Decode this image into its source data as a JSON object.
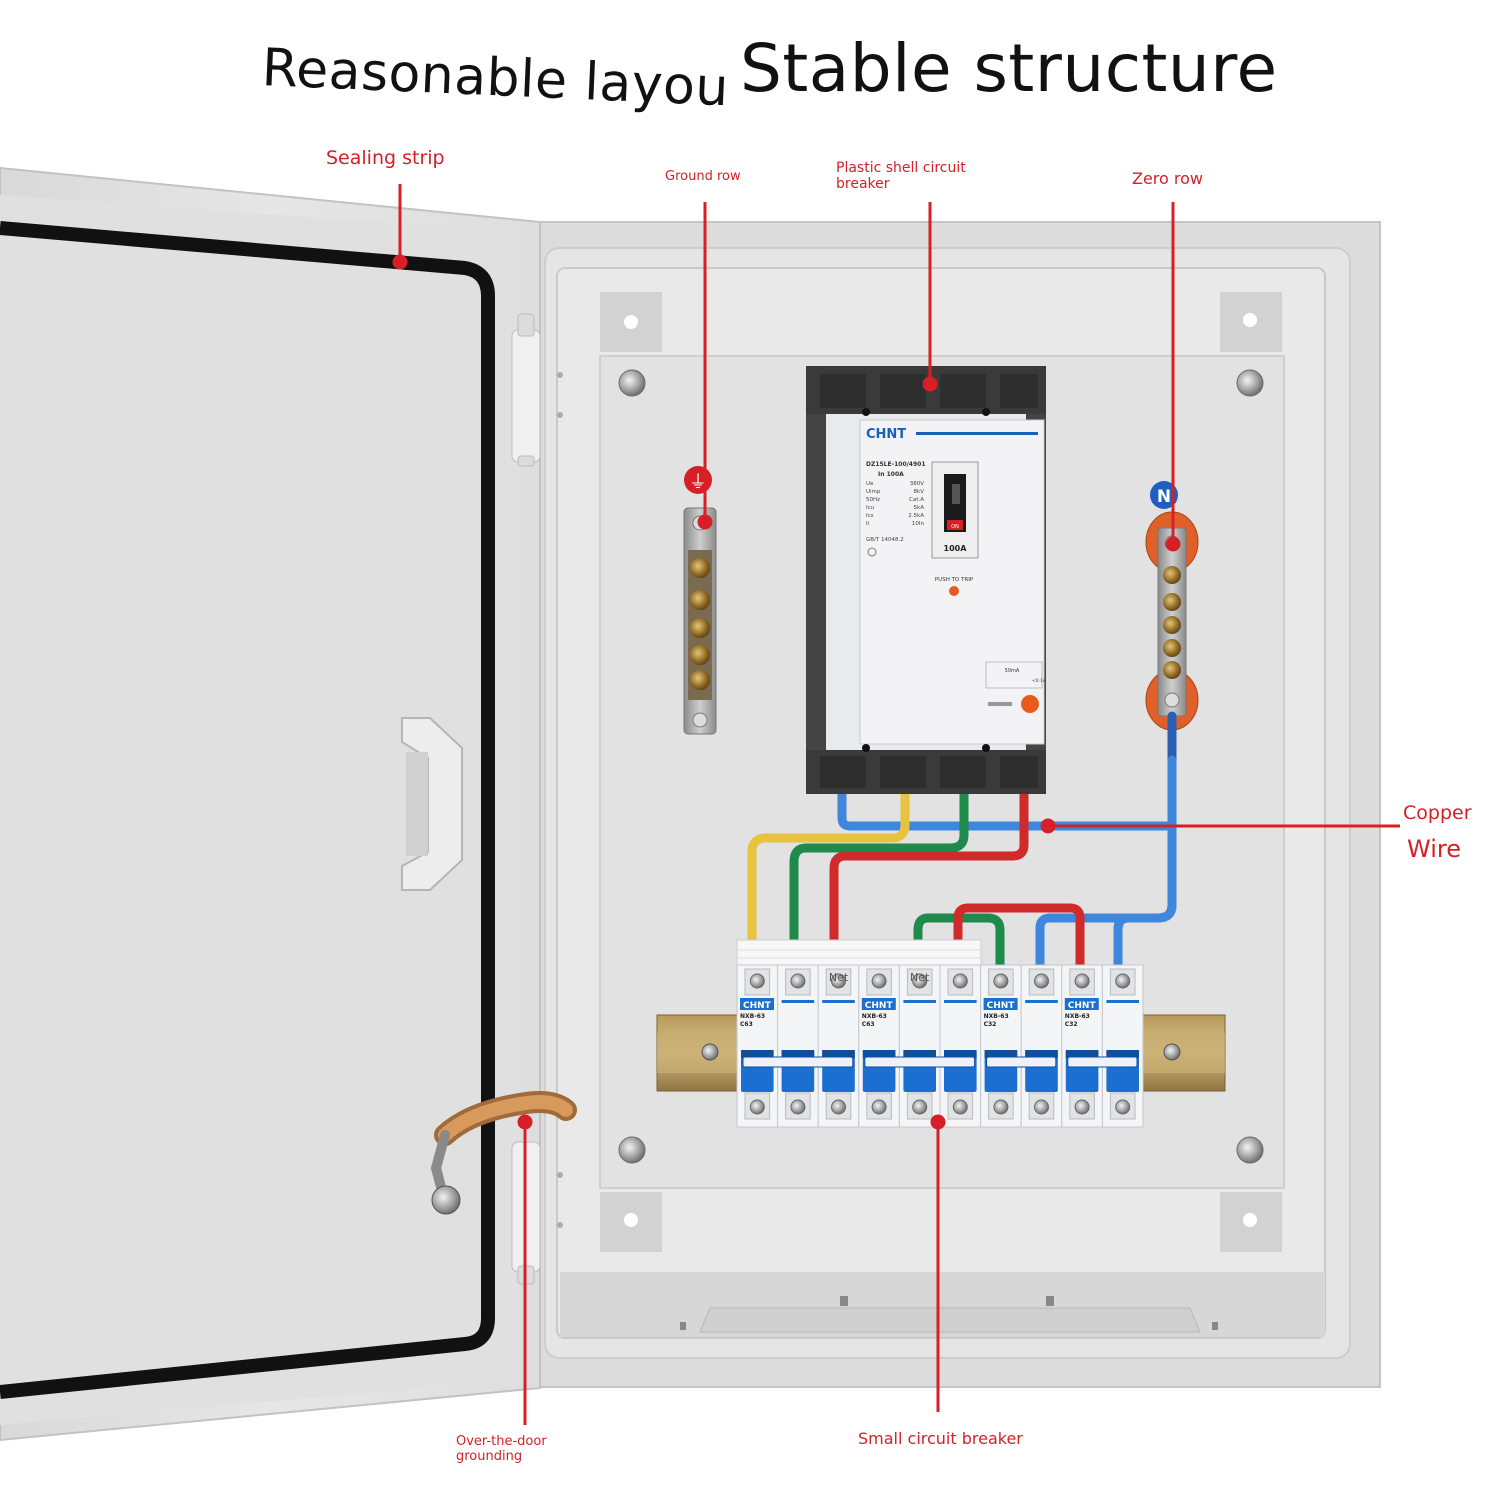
{
  "title": {
    "part1": "Reasonable layou",
    "part2": "Stable structure"
  },
  "labels": {
    "sealing_strip": "Sealing strip",
    "ground_row": "Ground row",
    "plastic_shell_line1": "Plastic shell circuit",
    "plastic_shell_line2": "breaker",
    "zero_row": "Zero row",
    "copper_line1": "Copper",
    "copper_line2": "Wire",
    "door_ground_line1": "Over-the-door",
    "door_ground_line2": "grounding",
    "small_breaker": "Small circuit breaker"
  },
  "mccb": {
    "brand": "CHNT",
    "model": "DZ15LE-100/4901",
    "rating_line": "In  100A",
    "specs": [
      [
        "Ue",
        "380V"
      ],
      [
        "Uimp",
        "8kV"
      ],
      [
        "50Hz",
        "Cat.A"
      ],
      [
        "Icu",
        "5kA"
      ],
      [
        "Ics",
        "2.5kA"
      ],
      [
        "Ii",
        "10In"
      ],
      [
        "",
        ""
      ],
      [
        "GB/T 14048.2",
        ""
      ]
    ],
    "handle_label": "ON",
    "rating": "100A",
    "push_to_trip": "PUSH TO TRIP",
    "residual_current": "50mA",
    "time": "<0.1s"
  },
  "ground_symbol": "⏚",
  "neutral_symbol": "N",
  "mcbs": {
    "brand": "CHNT",
    "net_label": "Net",
    "groups": [
      {
        "model": "NXB-63",
        "rating": "C63"
      },
      {
        "model": "NXB-63",
        "rating": "C63"
      },
      {
        "model": "NXB-63",
        "rating": "C32"
      },
      {
        "model": "NXB-63",
        "rating": "C32"
      }
    ]
  },
  "colors": {
    "accent_red": "#d61f26",
    "wire_blue": "#3a7bd5",
    "wire_yellow": "#e8c340",
    "wire_green": "#1e8a4c",
    "wire_red": "#d12a2a",
    "breaker_blue": "#1b6fd1",
    "door_grey": "#e2e2e2"
  }
}
